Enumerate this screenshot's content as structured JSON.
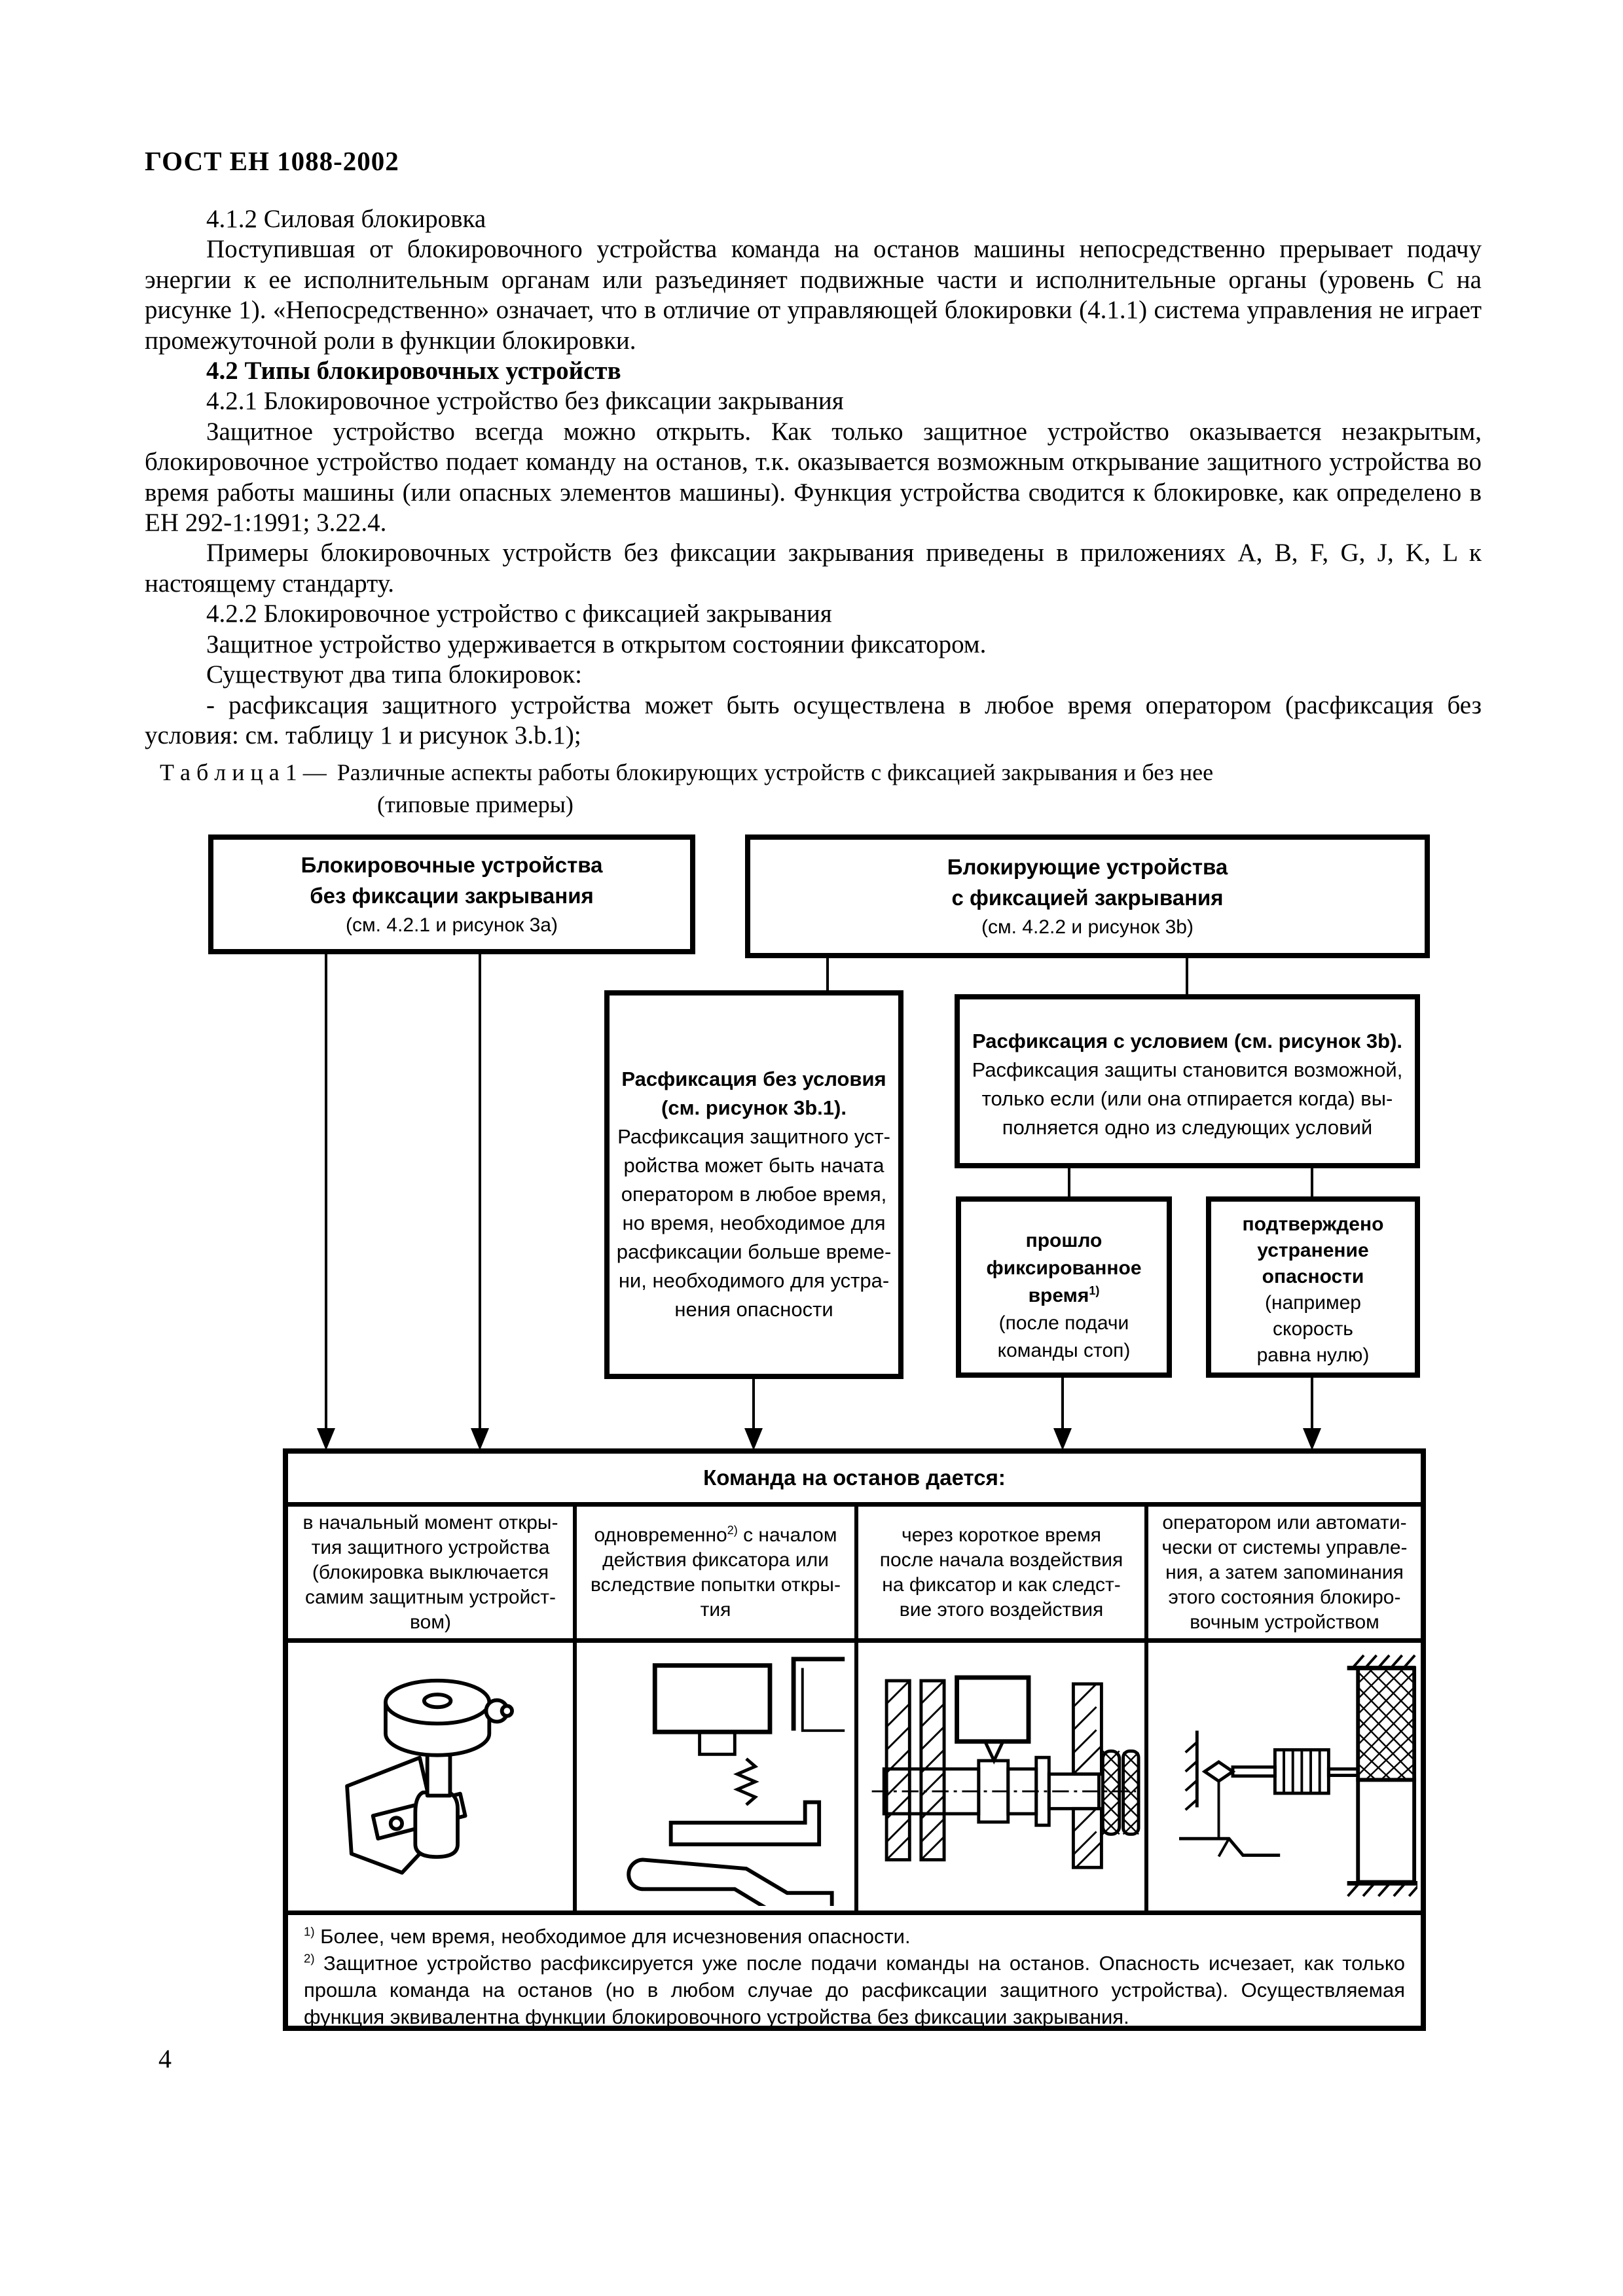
{
  "page": {
    "header_title": "ГОСТ ЕН 1088-2002",
    "page_number": "4"
  },
  "paragraphs": {
    "p1": "4.1.2  Силовая блокировка",
    "p2": "Поступившая от блокировочного устройства команда на останов машины непосредственно прерывает подачу энергии к ее исполнительным органам или разъединяет подвижные части и исполнительные органы (уровень С на рисунке 1). «Непосредственно» означает, что в отличие от управляющей блокировки (4.1.1) система управления не играет промежуточной роли в функции блокировки.",
    "p3": "4.2  Типы блокировочных устройств",
    "p4": "4.2.1  Блокировочное устройство без фиксации закрывания",
    "p5": "Защитное устройство всегда можно открыть. Как только защитное устройство оказывается незакрытым, блокировочное устройство подает команду на останов, т.к. оказывается возможным открывание защитного устройства во время работы машины (или опасных элементов машины). Функция устройства сводится к блокировке, как определено в  ЕН 292-1:1991; 3.22.4.",
    "p6": "Примеры блокировочных устройств без фиксации закрывания приведены в приложениях А, B, F, G, J, K, L к настоящему стандарту.",
    "p7": "4.2.2  Блокировочное устройство с фиксацией закрывания",
    "p8": "Защитное устройство удерживается в открытом состоянии фиксатором.",
    "p9": "Существуют два типа блокировок:",
    "p10": "-  расфиксация защитного устройства может быть осуществлена в любое время оператором (расфиксация без условия: см. таблицу 1 и рисунок 3.b.1);"
  },
  "caption": {
    "label": "Т а б л и ц а   1 —",
    "line1": "Различные аспекты работы блокирующих устройств с фиксацией закрывания и без нее",
    "line2": "(типовые примеры)"
  },
  "flowchart": {
    "box_no_lock": {
      "line1": "Блокировочные устройства",
      "line2": "без фиксации закрывания",
      "note": "(см. 4.2.1 и рисунок 3а)"
    },
    "box_lock": {
      "line1": "Блокирующие устройства",
      "line2": "с фиксацией закрывания",
      "note": "(см. 4.2.2 и рисунок 3b)"
    },
    "box_uncond": {
      "title1": "Расфиксация без условия",
      "title2": "(см. рисунок 3b.1).",
      "body0": "Расфиксация защитного уст-",
      "body1": "ройства может быть начата",
      "body2": "оператором в любое время,",
      "body3": "но время, необходимое для",
      "body4": "расфиксации больше време-",
      "body5": "ни, необходимого для устра-",
      "body6": "нения опасности"
    },
    "box_cond": {
      "title": "Расфиксация с условием (см. рисунок 3b).",
      "body0": "Расфиксация защиты становится возможной,",
      "body1": "только если (или она отпирается когда) вы-",
      "body2": "полняется одно из следующих условий"
    },
    "box_time": {
      "bold0": "прошло",
      "bold1": "фиксированное",
      "bold2": "время",
      "sup": "1)",
      "note0": "(после подачи",
      "note1": "команды стоп)"
    },
    "box_danger": {
      "bold0": "подтверждено",
      "bold1": "устранение",
      "bold2": "опасности",
      "note0": "(например",
      "note1": "скорость",
      "note2": "равна нулю)"
    }
  },
  "stop_table": {
    "header": "Команда на останов дается:",
    "col1": {
      "l0": "в начальный момент откры-",
      "l1": "тия защитного устройства",
      "l2": "(блокировка выключается",
      "l3": "самим защитным устройст-",
      "l4": "вом)"
    },
    "col2": {
      "pre": "одновременно",
      "sup": "2)",
      "post": " с началом",
      "l1": "действия фиксатора или",
      "l2": "вследствие попытки откры-",
      "l3": "тия"
    },
    "col3": {
      "l0": "через короткое время",
      "l1": "после начала воздействия",
      "l2": "на фиксатор и как следст-",
      "l3": "вие этого воздействия"
    },
    "col4": {
      "l0": "оператором или автомати-",
      "l1": "чески от системы управле-",
      "l2": "ния, а затем запоминания",
      "l3": "этого состояния блокиро-",
      "l4": "вочным устройством"
    },
    "fn1": {
      "sup": "1)",
      "text": " Более, чем время, необходимое для исчезновения опасности."
    },
    "fn2": {
      "sup": "2)",
      "text": " Защитное устройство расфиксируется уже после подачи команды на останов. Опасность исчезает, как только прошла команда на останов (но в любом случае до расфиксации защитного устройства). Осуществляемая функция эквивалентна функции блокировочного устройства без фиксации закрывания."
    }
  },
  "colors": {
    "ink": "#000000",
    "paper": "#ffffff"
  }
}
